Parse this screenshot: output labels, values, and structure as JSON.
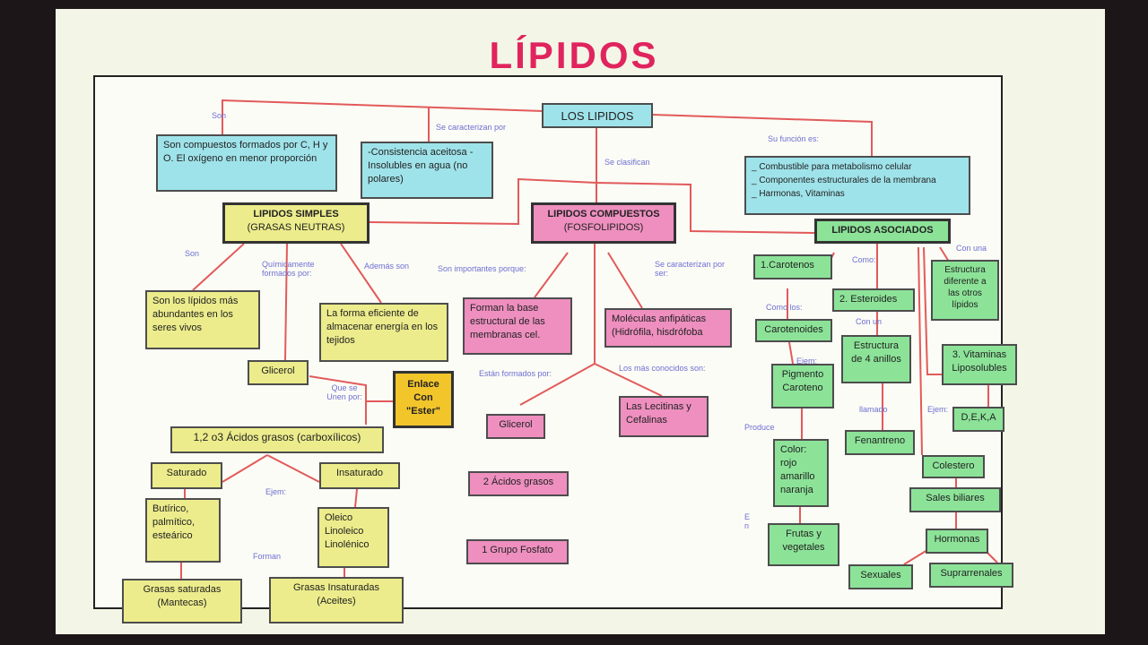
{
  "title": "LÍPIDOS",
  "root": "LOS LIPIDOS",
  "root_labels": {
    "left": "Son",
    "mid": "Se caracterizan por",
    "down": "Se clasifican",
    "right": "Su función es:"
  },
  "definition": "Son compuestos formados por C, H y O. El oxígeno en menor proporción",
  "properties": "-Consistencia aceitosa -Insolubles en agua (no polares)",
  "functions": [
    "_ Combustible para metabolismo celular",
    "_ Componentes estructurales de la membrana",
    "_ Harmonas, Vitaminas"
  ],
  "simples": {
    "title": "LIPIDOS SIMPLES",
    "subtitle": "(GRASAS NEUTRAS)",
    "label_son": "Son",
    "label_quim": "Químicamente formados por:",
    "label_ademas": "Además son",
    "abundantes": "Son los lípidos más abundantes en los seres vivos",
    "eficiente": "La forma eficiente de almacenar energía en los tejidos",
    "glicerol": "Glicerol",
    "que_se_unen": "Que se Unen por:",
    "enlace": "Enlace Con \"Ester\"",
    "acidos": "1,2 o3 Ácidos grasos (carboxílicos)",
    "saturado": "Saturado",
    "insaturado": "Insaturado",
    "ejem": "Ejem:",
    "sat_ej": "Butírico, palmítico, esteárico",
    "insat_ej": "Oleico Linoleico Linolénico",
    "forman": "Forman",
    "grasas_sat": "Grasas saturadas (Mantecas)",
    "grasas_insat": "Grasas Insaturadas (Aceites)"
  },
  "compuestos": {
    "title": "LIPIDOS COMPUESTOS",
    "subtitle": "(FOSFOLIPIDOS)",
    "label_importantes": "Son importantes porque:",
    "label_caract": "Se caracterizan por ser:",
    "base": "Forman la base estructural de las membranas cel.",
    "anfipaticas": "Moléculas anfipáticas (Hidrófila, hisdrófoba",
    "label_formados": "Están formados por:",
    "label_conocidos": "Los más conocidos son:",
    "glicerol": "Glicerol",
    "lecitinas": "Las Lecitinas y Cefalinas",
    "acidos": "2 Ácidos grasos",
    "fosfato": "1 Grupo Fosfato"
  },
  "asociados": {
    "title": "LIPIDOS ASOCIADOS",
    "carotenos": "1.Carotenos",
    "label_como": "Como los:",
    "carotenoides": "Carotenoides",
    "label_ejem": "Ejem:",
    "pigmento": "Pigmento Caroteno",
    "label_produce": "Produce",
    "color": "Color: rojo amarillo naranja",
    "label_en": "E n",
    "frutas": "Frutas y vegetales",
    "esteroides": "2. Esteroides",
    "label_con": "Con un",
    "estructura4": "Estructura de 4 anillos",
    "label_llamado": "llamado",
    "fenantreno": "Fenantreno",
    "label_comun": "Con una",
    "estructura_dif": "Estructura diferente a las otros lípidos",
    "vitaminas": "3. Vitaminas Liposolubles",
    "label_ejem2": "Ejem:",
    "deka": "D,E,K,A",
    "colesterol": "Colestero",
    "sales": "Sales biliares",
    "hormonas": "Hormonas",
    "sexuales": "Sexuales",
    "suprarrenales": "Suprarrenales",
    "label_como2": "Como:"
  }
}
